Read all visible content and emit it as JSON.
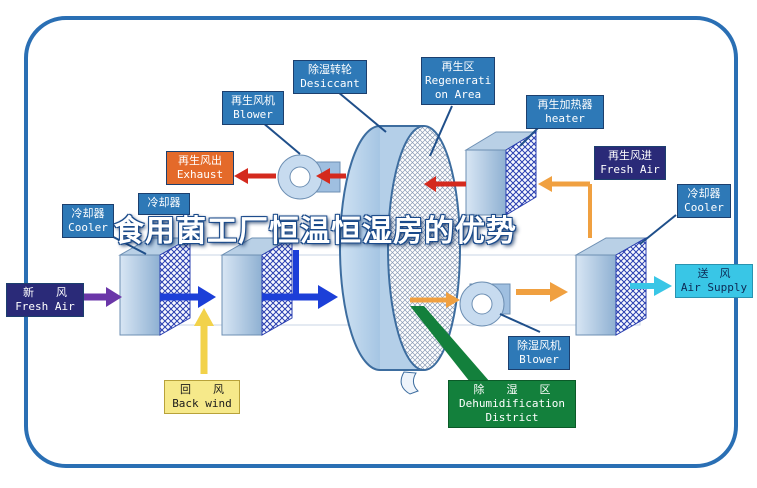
{
  "labels": {
    "desiccant": {
      "cn": "除湿转轮",
      "en": "Desiccant"
    },
    "regeneration": {
      "cn": "再生区",
      "en1": "Regenerati",
      "en2": "on Area"
    },
    "regen_blower": {
      "cn": "再生风机",
      "en": "Blower"
    },
    "regen_heater": {
      "cn": "再生加热器",
      "en": "heater"
    },
    "regen_exhaust": {
      "cn": "再生风出",
      "en": "Exhaust"
    },
    "regen_fresh_air": {
      "cn": "再生风进",
      "en": "Fresh Air"
    },
    "cooler_left": {
      "cn": "冷却器",
      "en": "Cooler"
    },
    "cooler_mid": {
      "cn": "冷却器"
    },
    "cooler_right": {
      "cn": "冷却器",
      "en": "Cooler"
    },
    "fresh_air": {
      "cn": "新　　风",
      "en": "Fresh Air"
    },
    "air_supply": {
      "cn": "送　风",
      "en": "Air Supply"
    },
    "dehum_blower": {
      "cn": "除湿风机",
      "en": "Blower"
    },
    "back_wind": {
      "cn": "回　　风",
      "en": "Back wind"
    },
    "dehum_district": {
      "cn": "除　　湿　　区",
      "en1": "Dehumidification",
      "en2": "District"
    }
  },
  "watermark_text": "食用菌工厂恒温恒湿房的优势",
  "colors": {
    "label_blue": "#2e79b7",
    "label_orange": "#e46a2a",
    "label_yellow": "#f6e98a",
    "label_cyan": "#39c6e6",
    "label_green": "#13803c",
    "arrow_red": "#d42a1e",
    "arrow_blue": "#1c3fd8",
    "arrow_orange": "#f0a040",
    "arrow_yellow": "#f2d24a"
  }
}
